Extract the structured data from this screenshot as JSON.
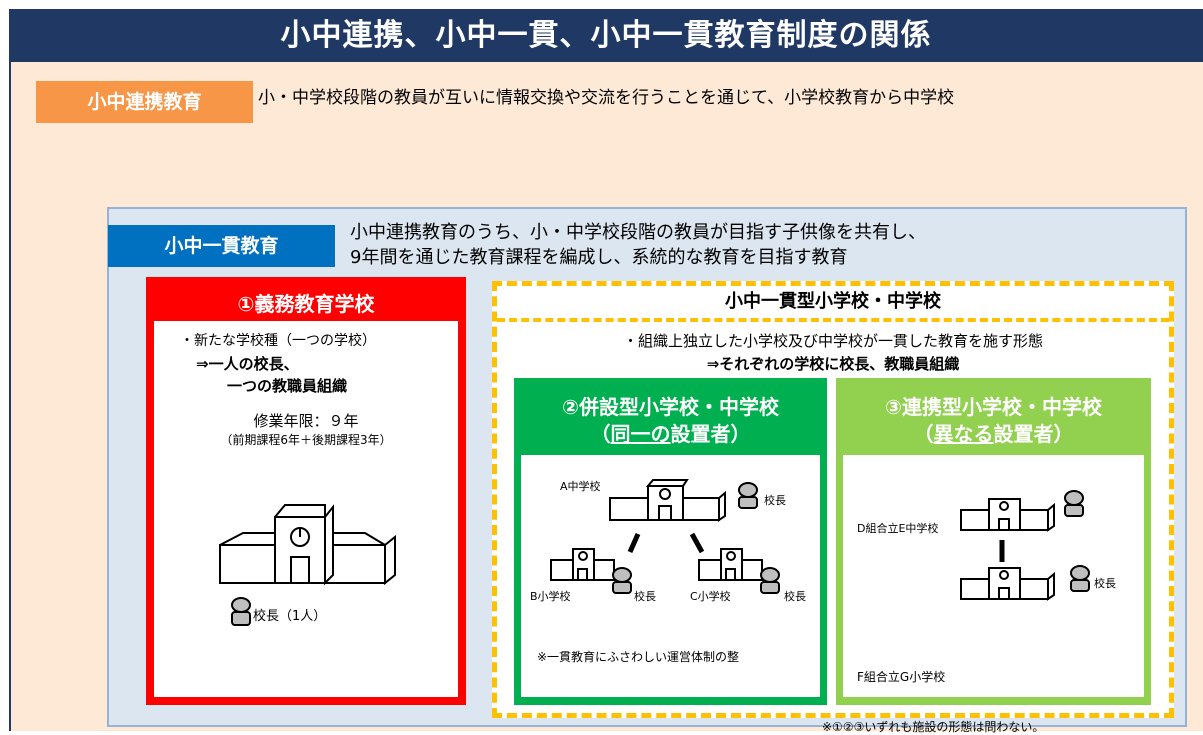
{
  "title": "小中連携、小中一貫、小中一貫教育制度の関係",
  "renkei": {
    "label": "小中連携教育",
    "description": "小・中学校段階の教員が互いに情報交換や交流を行うことを通じて、小学校教育から中学校"
  },
  "ikkan": {
    "label": "小中一貫教育",
    "description_line1": "小中連携教育のうち、小・中学校段階の教員が目指す子供像を共有し、",
    "description_line2": "9年間を通じた教育課程を編成し、系統的な教育を目指す教育"
  },
  "gimu": {
    "title": "①義務教育学校",
    "line1": "・新たな学校種（一つの学校）",
    "line2": "⇒一人の校長、",
    "line3": "一つの教職員組織",
    "line4": "修業年限：９年",
    "line5": "（前期課程6年＋後期課程3年）",
    "principal_label": "校長（1人）"
  },
  "ikkan_gata": {
    "title": "小中一貫型小学校・中学校",
    "line1": "・組織上独立した小学校及び中学校が一貫した教育を施す形態",
    "line2": "⇒それぞれの学校に校長、教職員組織"
  },
  "heisetsu": {
    "title_line1": "②併設型小学校・中学校",
    "title_prefix": "（",
    "title_underlined": "同一の",
    "title_suffix": "設置者）",
    "school_a": "A中学校",
    "school_b": "B小学校",
    "school_c": "C小学校",
    "principal": "校長",
    "note": "※一貫教育にふさわしい運営体制の整"
  },
  "renkei_gata": {
    "title_line1": "③連携型小学校・中学校",
    "title_prefix": "（",
    "title_underlined": "異なる",
    "title_suffix": "設置者）",
    "school_d": "D組合立E中学校",
    "school_f": "F組合立G小学校",
    "principal": "校長"
  },
  "footnote": "※①②③いずれも施設の形態は問わない。",
  "colors": {
    "title_bar": "#1f3864",
    "renkei_bg": "#fde9d6",
    "renkei_tag": "#f79646",
    "ikkan_bg": "#dce6f1",
    "ikkan_tag": "#0070c0",
    "gimu": "#ff0000",
    "ikkan_gata_border": "#ffc000",
    "heisetsu": "#00b050",
    "renkei_gata": "#92d050"
  }
}
